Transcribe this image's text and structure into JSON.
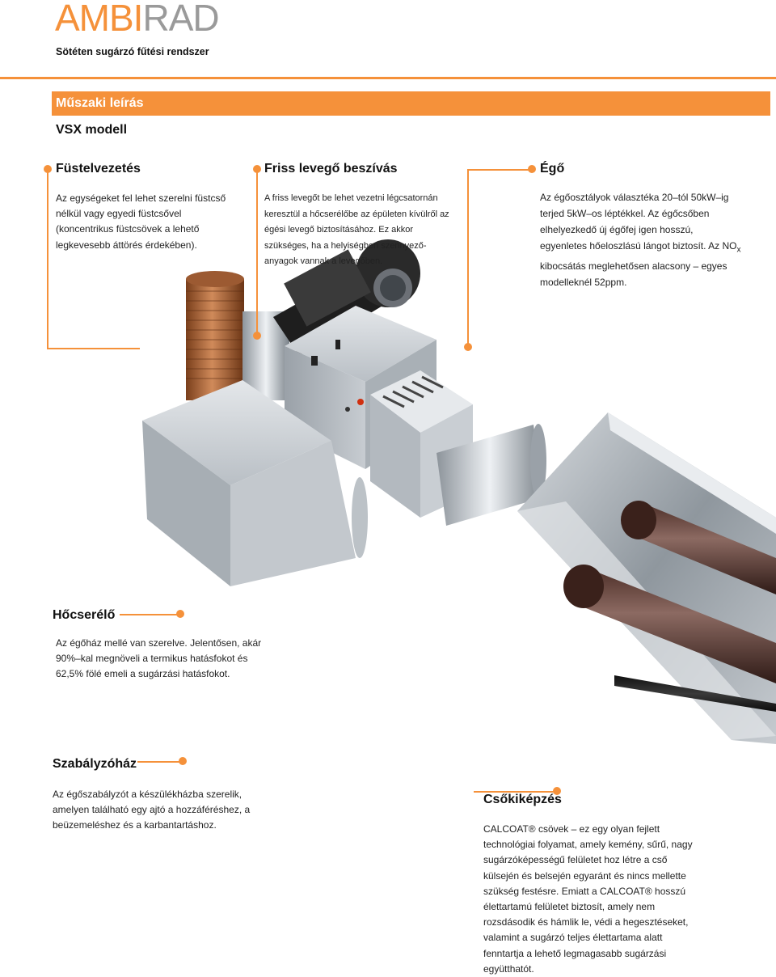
{
  "brand": {
    "part1": "AMBI",
    "part2": "RAD"
  },
  "tagline": "Sötéten sugárzó fűtési rendszer",
  "section_bar": "Műszaki leírás",
  "model": "VSX modell",
  "blocks": {
    "flue": {
      "title": "Füstelvezetés",
      "text": "Az egységeket fel lehet szerelni füstcső nélkül vagy egyedi füstcsővel (koncentrikus füstcsövek a lehető legkevesebb áttörés érdekében)."
    },
    "fresh_air": {
      "title": "Friss levegő beszívás",
      "text": "A friss levegőt be lehet vezetni légcsatornán keresztül a hőcserélőbe az épületen kívülről az égési levegő biztosításához. Ez akkor szükséges, ha a helyiségben szennyező-anyagok vannak a levegőben."
    },
    "burner": {
      "title": "Égő",
      "text_1": "Az égőosztályok választéka 20–tól 50kW–ig terjed 5kW–os léptékkel. Az égőcsőben elhelyezkedő új égőfej igen hosszú, egyenletes hőeloszlású lángot biztosít. Az NO",
      "text_sub": "x",
      "text_2": " kibocsátás meglehetősen alacsony – egyes modelleknél 52ppm."
    },
    "heat_exchanger": {
      "title": "Hőcserélő",
      "text": "Az égőház mellé van szerelve. Jelentősen, akár 90%–kal megnöveli a termikus hatásfokot és 62,5% fölé emeli a sugárzási hatásfokot."
    },
    "control_box": {
      "title": "Szabályzóház",
      "text": "Az égőszabályzót a készülékházba szerelik, amelyen található egy ajtó a hozzáféréshez, a beüzemeléshez és a karbantartáshoz."
    },
    "tube_design": {
      "title": "Csőkiképzés",
      "text": "CALCOAT® csövek – ez egy olyan fejlett technológiai folyamat, amely kemény, sűrű, nagy sugárzóképességű felületet hoz létre a cső külsején és belsején egyaránt és nincs mellette szükség festésre. Emiatt a CALCOAT® hosszú élettartamú felületet biztosít, amely nem rozsdásodik és hámlik le, védi a hegesztéseket, valamint a sugárzó teljes élettartama alatt fenntartja a lehető legmagasabb sugárzási együtthatót."
    }
  },
  "colors": {
    "accent": "#f5913a",
    "brand_gray": "#9a9a9a"
  }
}
